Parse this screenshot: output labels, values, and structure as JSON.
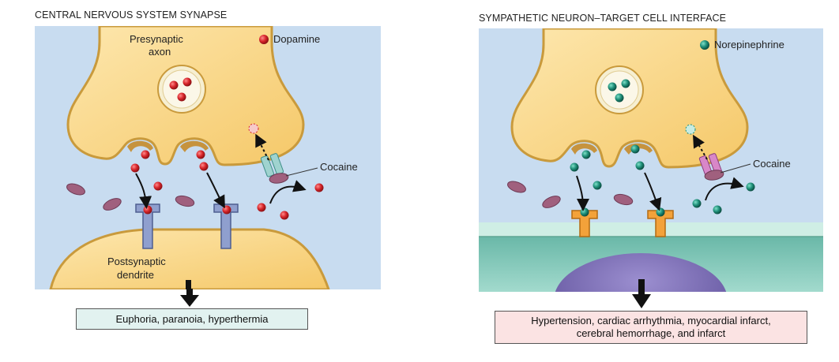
{
  "left": {
    "title": "CENTRAL NERVOUS SYSTEM SYNAPSE",
    "labels": {
      "presynaptic_line1": "Presynaptic",
      "presynaptic_line2": "axon",
      "legend": "Dopamine",
      "cocaine": "Cocaine",
      "postsynaptic_line1": "Postsynaptic",
      "postsynaptic_line2": "dendrite"
    },
    "outcome": "Euphoria, paranoia, hyperthermia",
    "colors": {
      "background": "#c8dcf0",
      "neuron": "#f9d58a",
      "neuron_edge": "#c99a3c",
      "molecule": "#d7262b",
      "receptor": "#8f9fce",
      "transporter": "#9fd3cf",
      "cocaine": "#a0607e",
      "outcome_box": "#e2f2f0"
    }
  },
  "right": {
    "title": "SYMPATHETIC NEURON–TARGET CELL INTERFACE",
    "labels": {
      "legend": "Norepinephrine",
      "cocaine": "Cocaine"
    },
    "outcome_line1": "Hypertension, cardiac arrhythmia, myocardial infarct,",
    "outcome_line2": "cerebral hemorrhage, and infarct",
    "colors": {
      "background": "#c8dcf0",
      "neuron": "#f9d58a",
      "molecule": "#1f8f79",
      "receptor": "#f3a23a",
      "transporter": "#d887c8",
      "cell_membrane": "#cfeee5",
      "cell_cytoplasm": "#7fc9b9",
      "nucleus": "#7f71b7",
      "outcome_box": "#fbe3e3"
    }
  }
}
